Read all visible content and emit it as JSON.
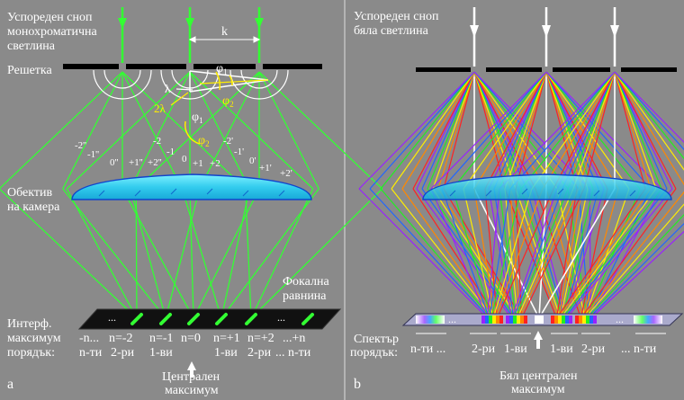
{
  "panel_a": {
    "title_line1": "Успореден сноп",
    "title_line2": "монохроматична",
    "title_line3": "светлина",
    "grating_label": "Решетка",
    "k_label": "k",
    "phi1": "φ",
    "phi_sub1": "1",
    "phi2": "φ",
    "phi_sub2": "2",
    "lambda": "λ",
    "two_lambda": "2λ",
    "lens_line1": "Обектив",
    "lens_line2": "на камера",
    "focal_line1": "Фокална",
    "focal_line2": "равнина",
    "interf_line1": "Интерф.",
    "interf_line2": "максимум",
    "interf_line3": "порядък:",
    "orders_n": [
      "-n...",
      "n=-2",
      "n=-1",
      "n=0",
      "n=+1",
      "n=+2",
      "...+n"
    ],
    "orders_word": [
      "n-ти",
      "2-ри",
      "1-ви",
      "",
      "1-ви",
      "2-ри",
      "... n-ти"
    ],
    "ray_labels_left": [
      "-2''",
      "-1''",
      "0''",
      "+1''",
      "+2''"
    ],
    "ray_labels_mid": [
      "-2",
      "-1",
      "0",
      "+1",
      "+2"
    ],
    "ray_labels_right": [
      "-2'",
      "-1'",
      "0'",
      "+1'",
      "+2'"
    ],
    "central_line1": "Централен",
    "central_line2": "максимум",
    "panel_letter": "a",
    "dots": "..."
  },
  "panel_b": {
    "title_line1": "Успореден сноп",
    "title_line2": "бяла светлина",
    "spectrum_line1": "Спектър",
    "spectrum_line2": "порядък:",
    "orders_left": "n-ти ...",
    "order_2_left": "2-ри",
    "order_1_left": "1-ви",
    "order_1_right": "1-ви",
    "order_2_right": "2-ри",
    "orders_right": "... n-ти",
    "white_line1": "Бял централен",
    "white_line2": "максимум",
    "panel_letter": "b",
    "dots": "..."
  },
  "colors": {
    "background": "#8a8a8a",
    "green_light": "#33ff33",
    "lens_fill": "#33ddff",
    "lens_edge": "#1144cc",
    "angle_marks": "#ffee00",
    "text": "#ffffff",
    "grating": "#000000"
  }
}
